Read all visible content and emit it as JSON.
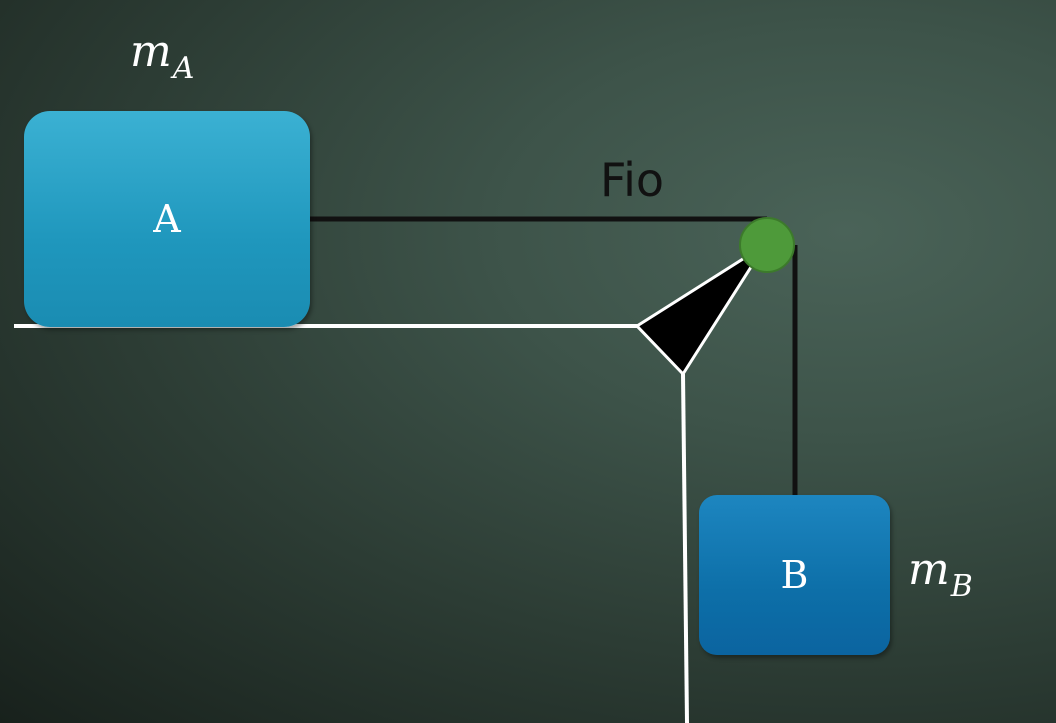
{
  "blocks": {
    "a": {
      "label": "A",
      "color": "#2aa3c8"
    },
    "b": {
      "label": "B",
      "color": "#0f72ad"
    }
  },
  "masses": {
    "a": {
      "symbol": "m",
      "subscript": "A"
    },
    "b": {
      "symbol": "m",
      "subscript": "B"
    }
  },
  "string": {
    "label": "Fio",
    "color": "#111111"
  },
  "pulley": {
    "color": "#4e9a3a"
  },
  "surface": {
    "color": "#ffffff"
  },
  "support": {
    "color": "#000000"
  }
}
